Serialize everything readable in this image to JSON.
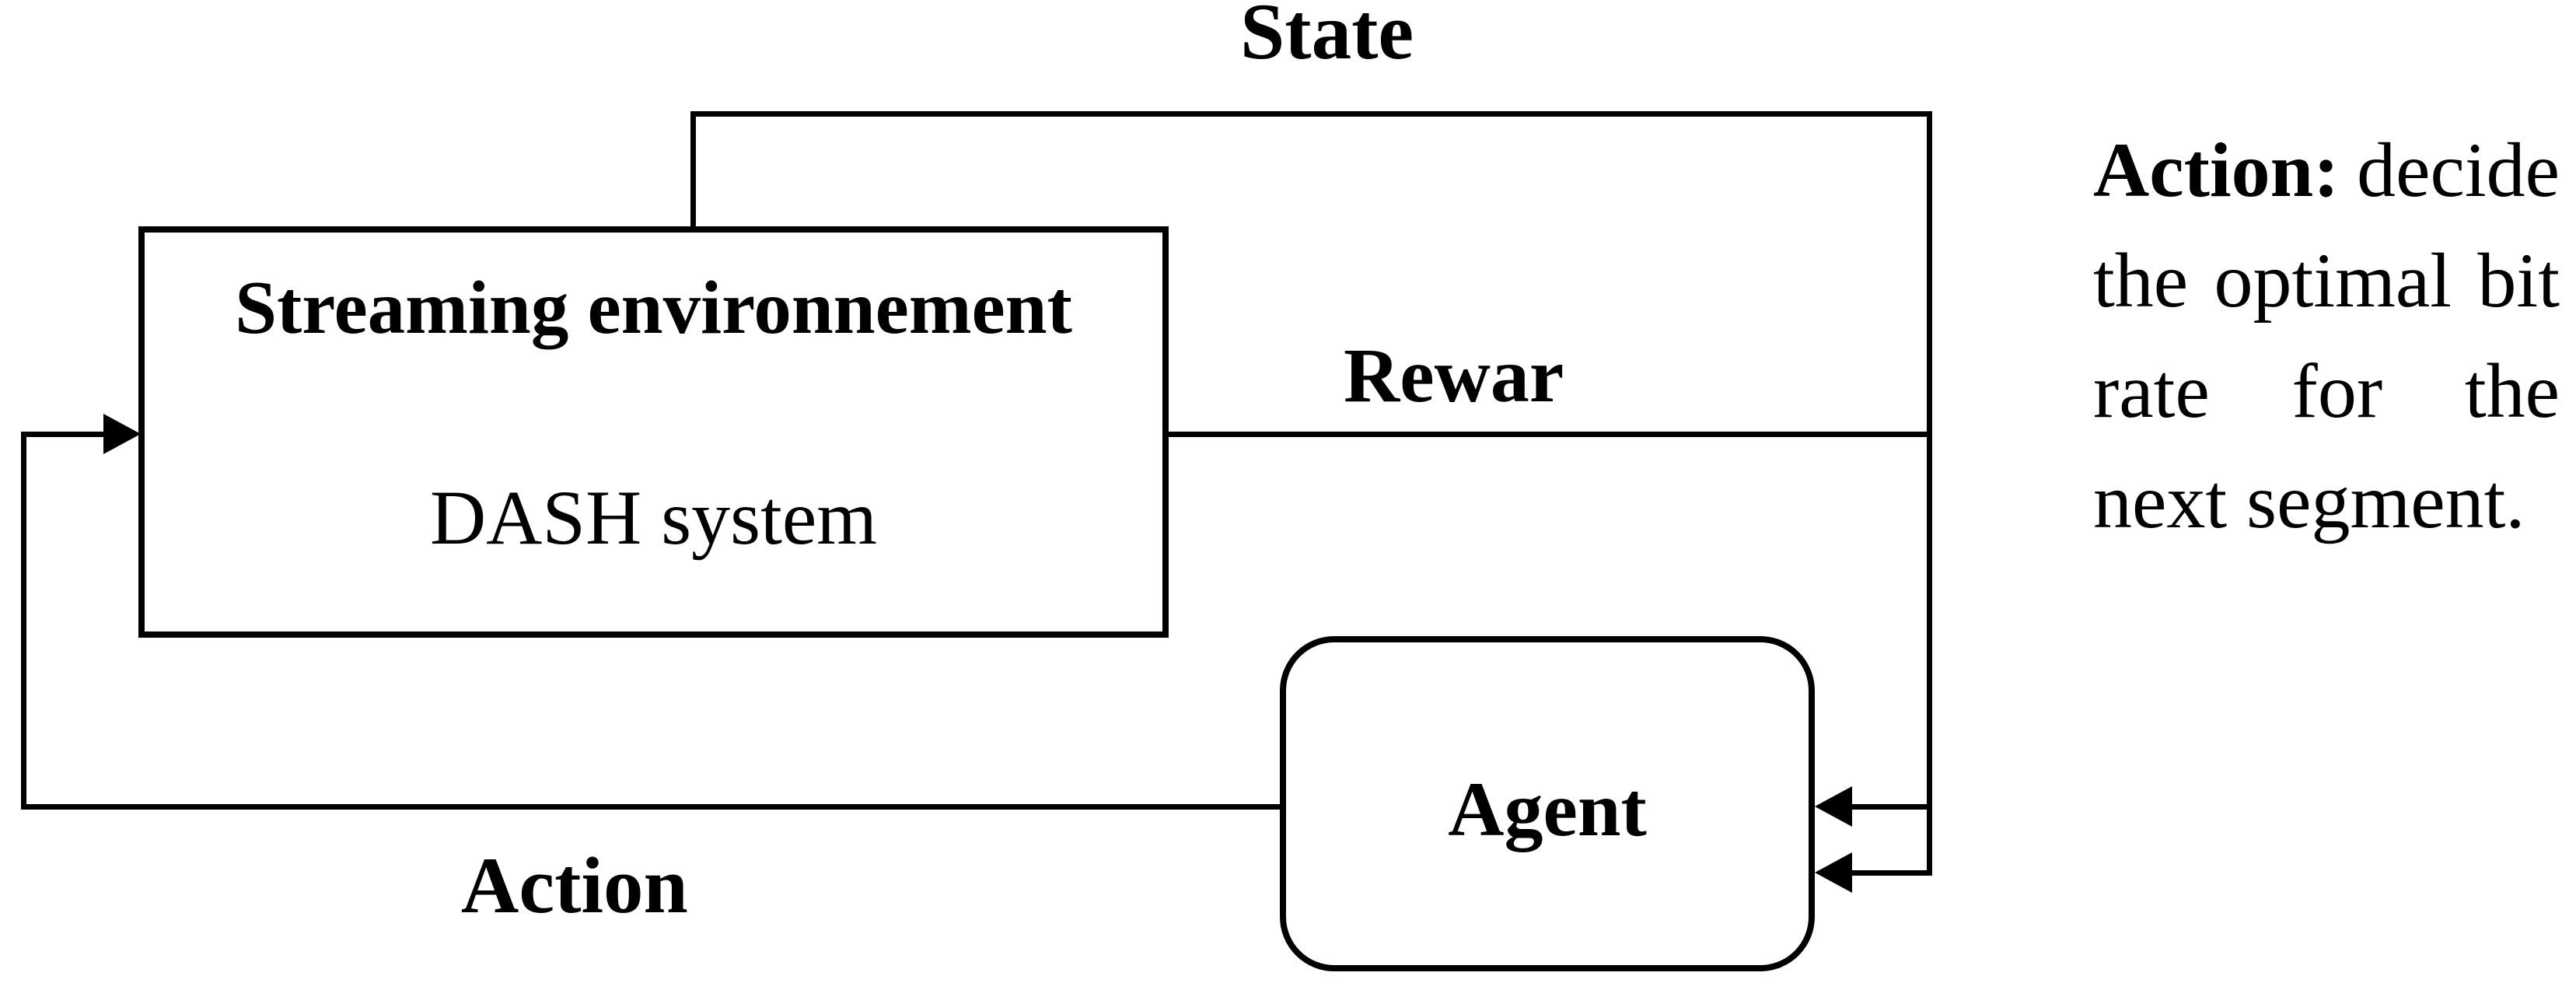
{
  "diagram": {
    "colors": {
      "ink": "#000000",
      "background": "#ffffff"
    },
    "streaming_box": {
      "title": "Streaming environnement",
      "subtitle": "DASH system"
    },
    "agent_box": {
      "label": "Agent"
    },
    "edges": {
      "state_label": "State",
      "reward_label": "Rewar",
      "action_label": "Action"
    },
    "note": {
      "line1_bold": "Action:",
      "line1_rest": "decide",
      "line2": [
        "the",
        "optimal",
        "bit"
      ],
      "line3": [
        "rate",
        "for",
        "the"
      ],
      "line4": "next segment."
    }
  }
}
